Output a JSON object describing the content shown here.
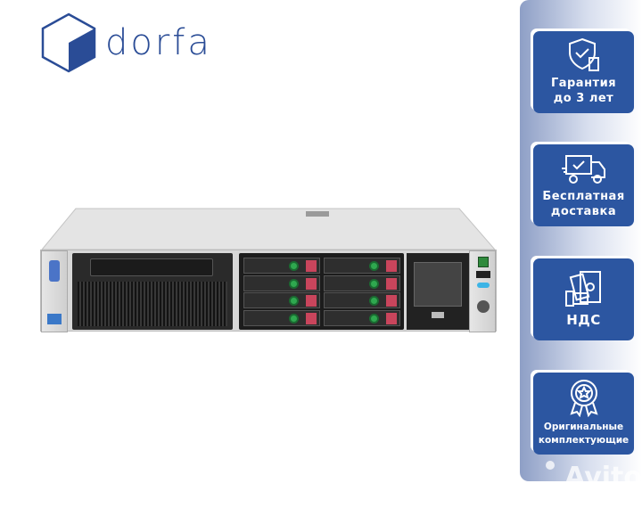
{
  "brand": {
    "name": "dorfa",
    "color": "#2a4c96"
  },
  "features": [
    {
      "icon": "shield-hourglass-icon",
      "label": "Гарантия до 3 лет",
      "lines": [
        "Гарантия",
        "до 3 лет"
      ]
    },
    {
      "icon": "delivery-truck-icon",
      "label": "Бесплатная доставка",
      "lines": [
        "Бесплатная",
        "доставка"
      ]
    },
    {
      "icon": "hand-money-icon",
      "label": "НДС",
      "lines": [
        "НДС"
      ]
    },
    {
      "icon": "award-rosette-icon",
      "label": "Оригинальные комплектующие",
      "lines": [
        "Оригинальные",
        "комплектующие"
      ]
    }
  ],
  "watermark": "Avito",
  "colors": {
    "card": "#2c56a1",
    "drive_led": "#2fa84f",
    "drive_release": "#c9455c"
  },
  "product": {
    "drive_bays": 8
  }
}
